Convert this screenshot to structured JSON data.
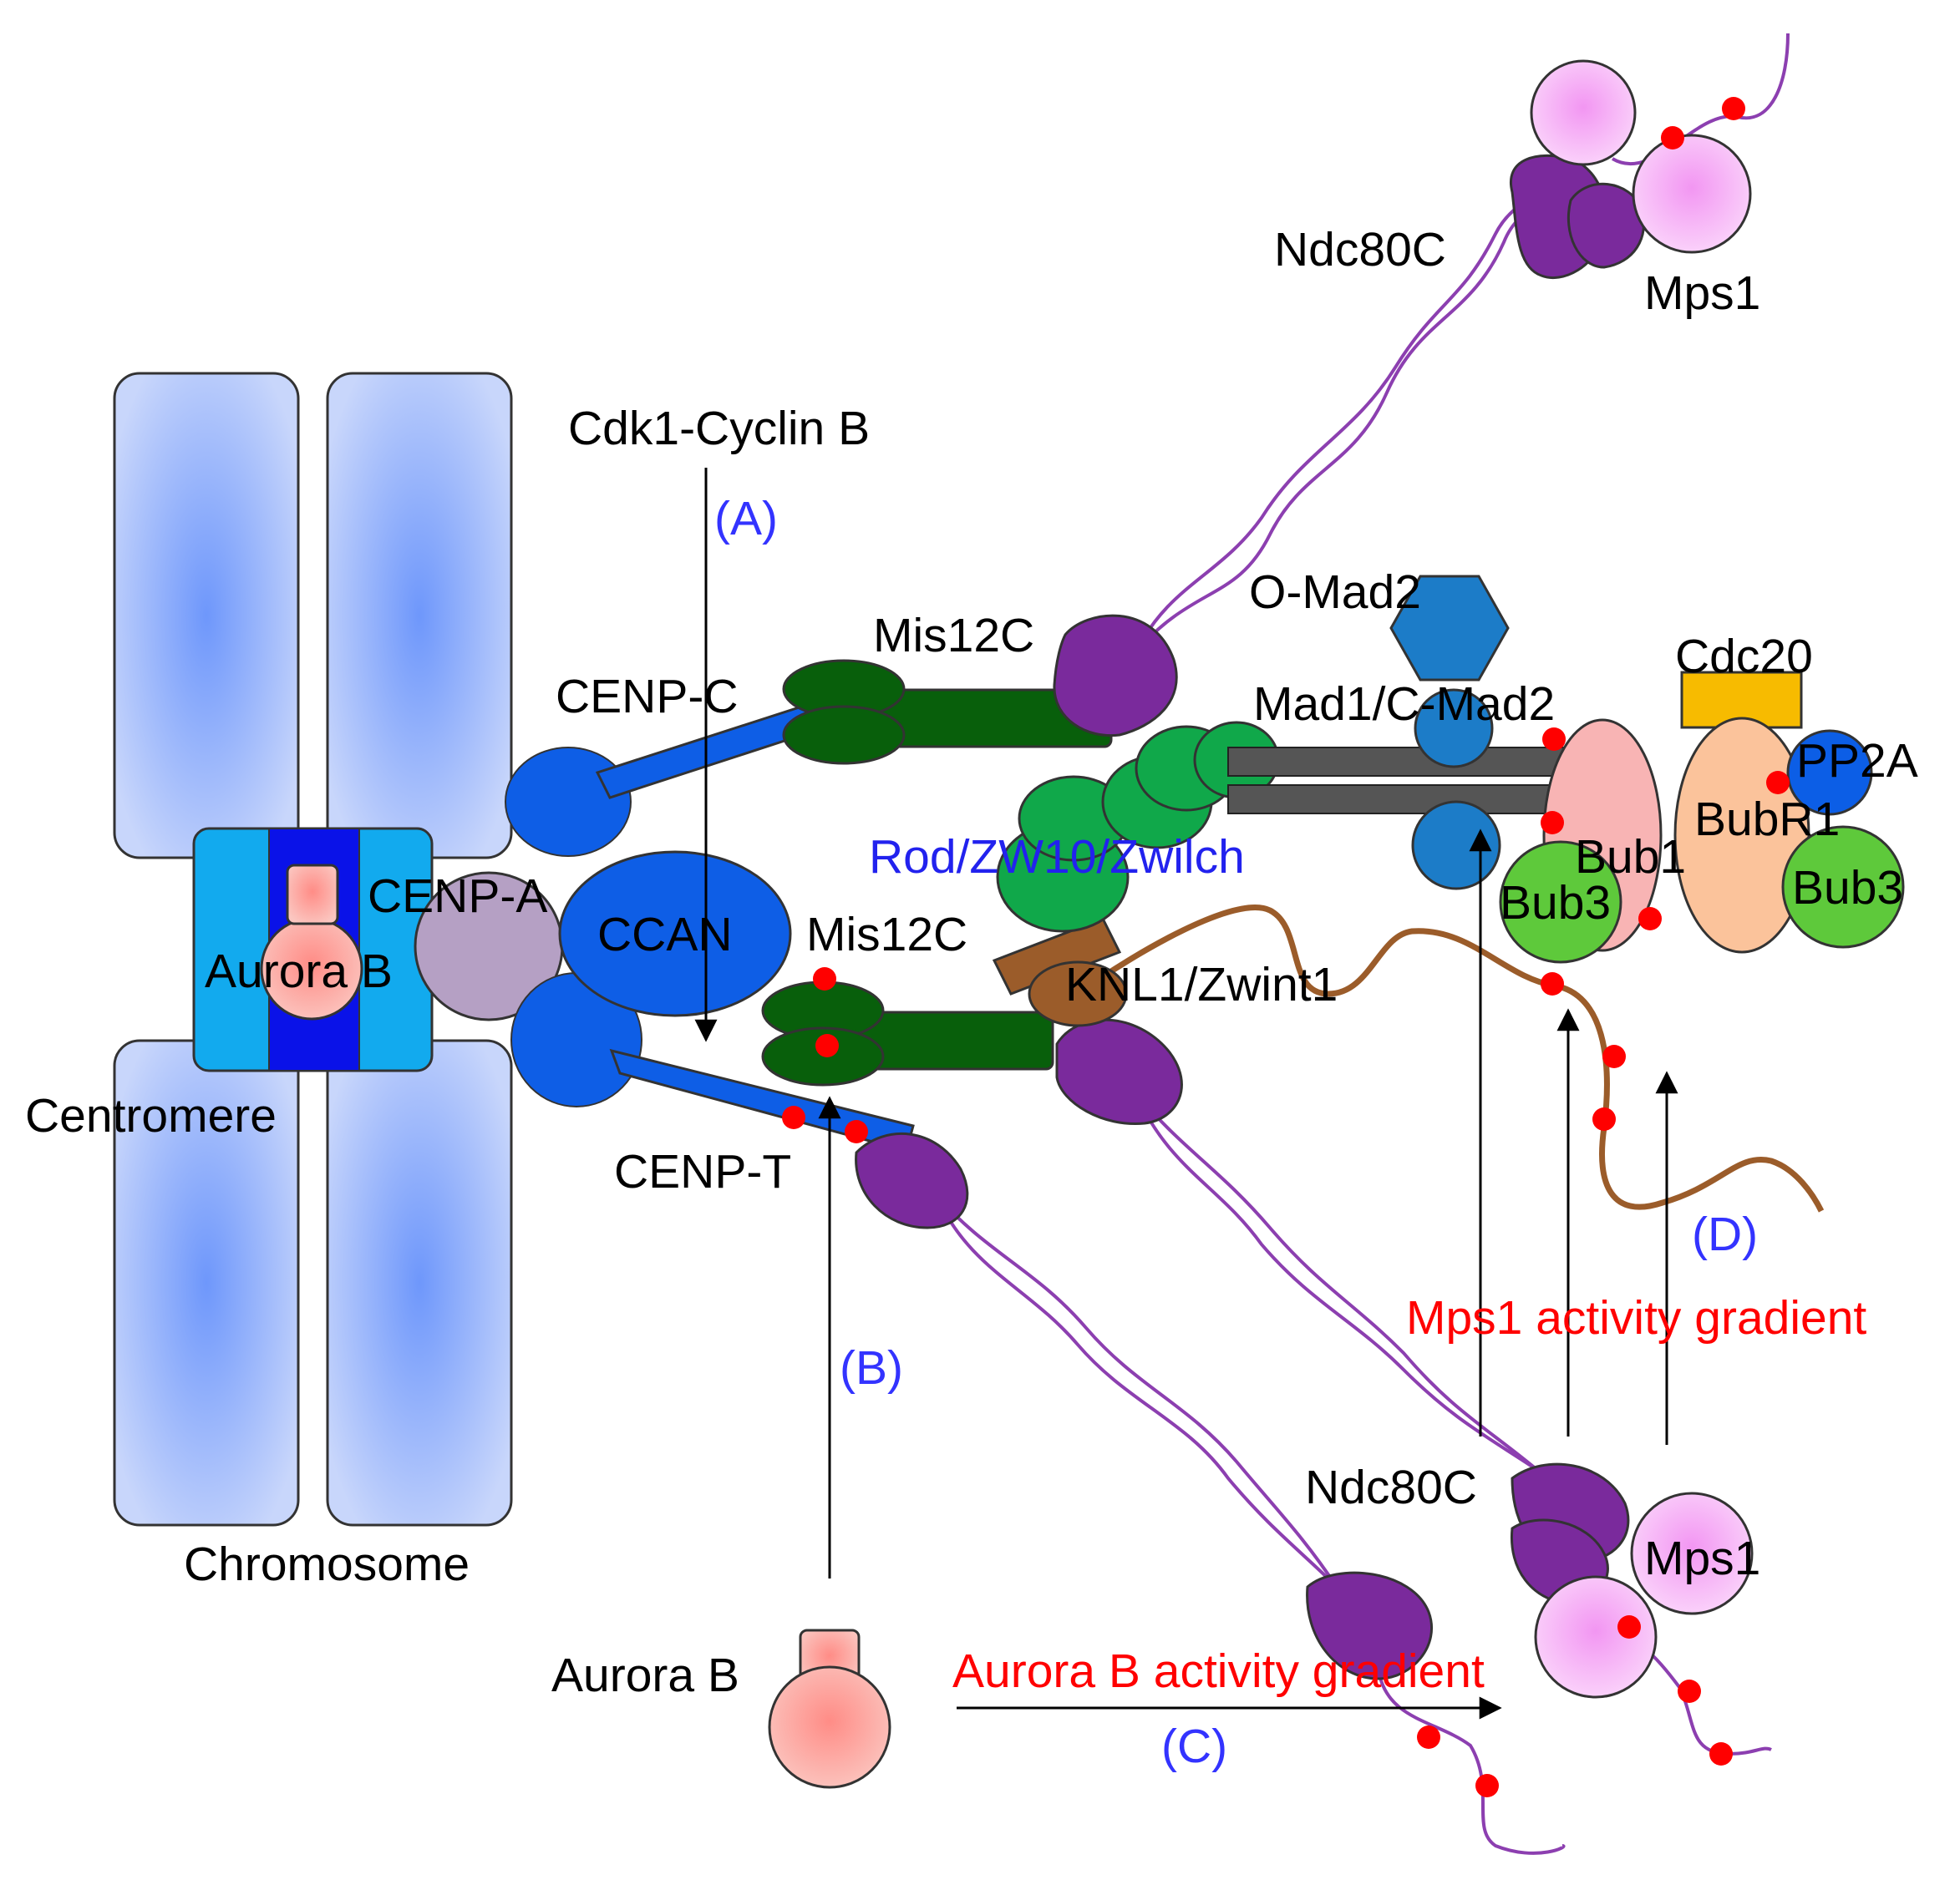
{
  "labels": {
    "ndc80c_top": "Ndc80C",
    "mps1_top": "Mps1",
    "cdk1_cyclin_b": "Cdk1-Cyclin B",
    "step_a": "(A)",
    "o_mad2": "O-Mad2",
    "mis12c_top": "Mis12C",
    "cdc20": "Cdc20",
    "cenp_c": "CENP-C",
    "mad1_c_mad2": "Mad1/C-Mad2",
    "pp2a": "PP2A",
    "bubr1": "BubR1",
    "rod_zw10_zwilch": "Rod/ZW10/Zwilch",
    "cenp_a": "CENP-A",
    "bub1": "Bub1",
    "bub3_left": "Bub3",
    "bub3_right": "Bub3",
    "ccan": "CCAN",
    "mis12c_bottom": "Mis12C",
    "aurora_b_centromere": "Aurora B",
    "knl1_zwint1": "KNL1/Zwint1",
    "centromere": "Centromere",
    "cenp_t": "CENP-T",
    "step_d": "(D)",
    "mps1_gradient": "Mps1 activity gradient",
    "step_b": "(B)",
    "ndc80c_bottom": "Ndc80C",
    "mps1_bottom": "Mps1",
    "chromosome": "Chromosome",
    "aurora_b_free": "Aurora B",
    "aurora_b_gradient": "Aurora B activity gradient",
    "step_c": "(C)"
  },
  "colors": {
    "chromatid": "#bcd0fb",
    "chromatid_center": "#6e97fb",
    "centromere_outer": "#12aaee",
    "centromere_inner": "#0a12e8",
    "aurora_b": "#f8b0a8",
    "cenp_a": "#b5a0c4",
    "ccan": "#0e5ee6",
    "mis12c": "#085f0b",
    "knl1": "#9b5c2a",
    "ndc80": "#7a2a9c",
    "mps1": "#f7c1f7",
    "rod_zw10": "#10a84a",
    "mad1": "#555555",
    "mad2": "#1c7cc8",
    "bub1": "#f8b4b4",
    "bubr1": "#fbc39b",
    "bub3": "#5ec93b",
    "cdc20": "#f7bb00",
    "pp2a": "#0c5ee6",
    "phospho": "#ff0000",
    "step_text": "#3333ff",
    "gradient_text": "#ff0000",
    "rod_text": "#2222ee"
  }
}
